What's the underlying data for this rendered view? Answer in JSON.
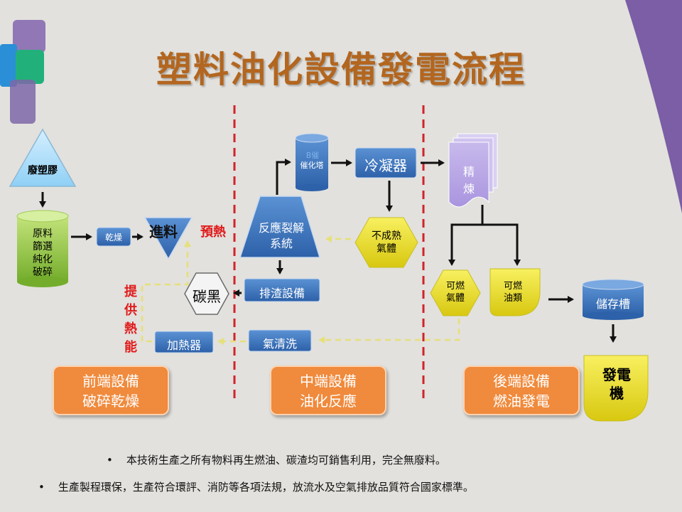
{
  "title": "塑料油化設備發電流程",
  "nodes": {
    "waste_plastic": "廢塑膠",
    "raw_material": [
      "原料",
      "篩選",
      "純化",
      "破碎"
    ],
    "drying": "乾燥",
    "feed": "進料",
    "preheat": "預熱",
    "reactor": [
      "反應裂解",
      "系統"
    ],
    "catalyst_tower_top": "B催",
    "catalyst_tower": "催化塔",
    "condenser": "冷凝器",
    "uncondensed_gas": [
      "不成熟",
      "氣體"
    ],
    "refining": [
      "精",
      "煉"
    ],
    "carbon_black": "碳黑",
    "slag_discharge": "排渣設備",
    "combustible_gas": [
      "可燃",
      "氣體"
    ],
    "combustible_oil": [
      "可燃",
      "油類"
    ],
    "storage_tank": "儲存槽",
    "generator": [
      "發電",
      "機"
    ],
    "heater": "加熱器",
    "gas_cleaning": "氣清洗",
    "heat_supply": [
      "提",
      "供",
      "熱",
      "能"
    ]
  },
  "stages": {
    "front": [
      "前端設備",
      "破碎乾燥"
    ],
    "middle": [
      "中端設備",
      "油化反應"
    ],
    "back": [
      "後端設備",
      "燃油發電"
    ]
  },
  "bullets": [
    "本技術生產之所有物料再生燃油、碳渣均可銷售利用，完全無廢料。",
    "生產製程環保，生產符合環評、消防等各項法規，放流水及空氣排放品質符合國家標準。"
  ],
  "colors": {
    "title": "#b3661f",
    "blue_box": "#3f78c0",
    "green": "#8cc63f",
    "yellow": "#f2e61a",
    "orange": "#f08a3c",
    "red_dash": "#d0242a",
    "purple": "#7b5ea6"
  }
}
